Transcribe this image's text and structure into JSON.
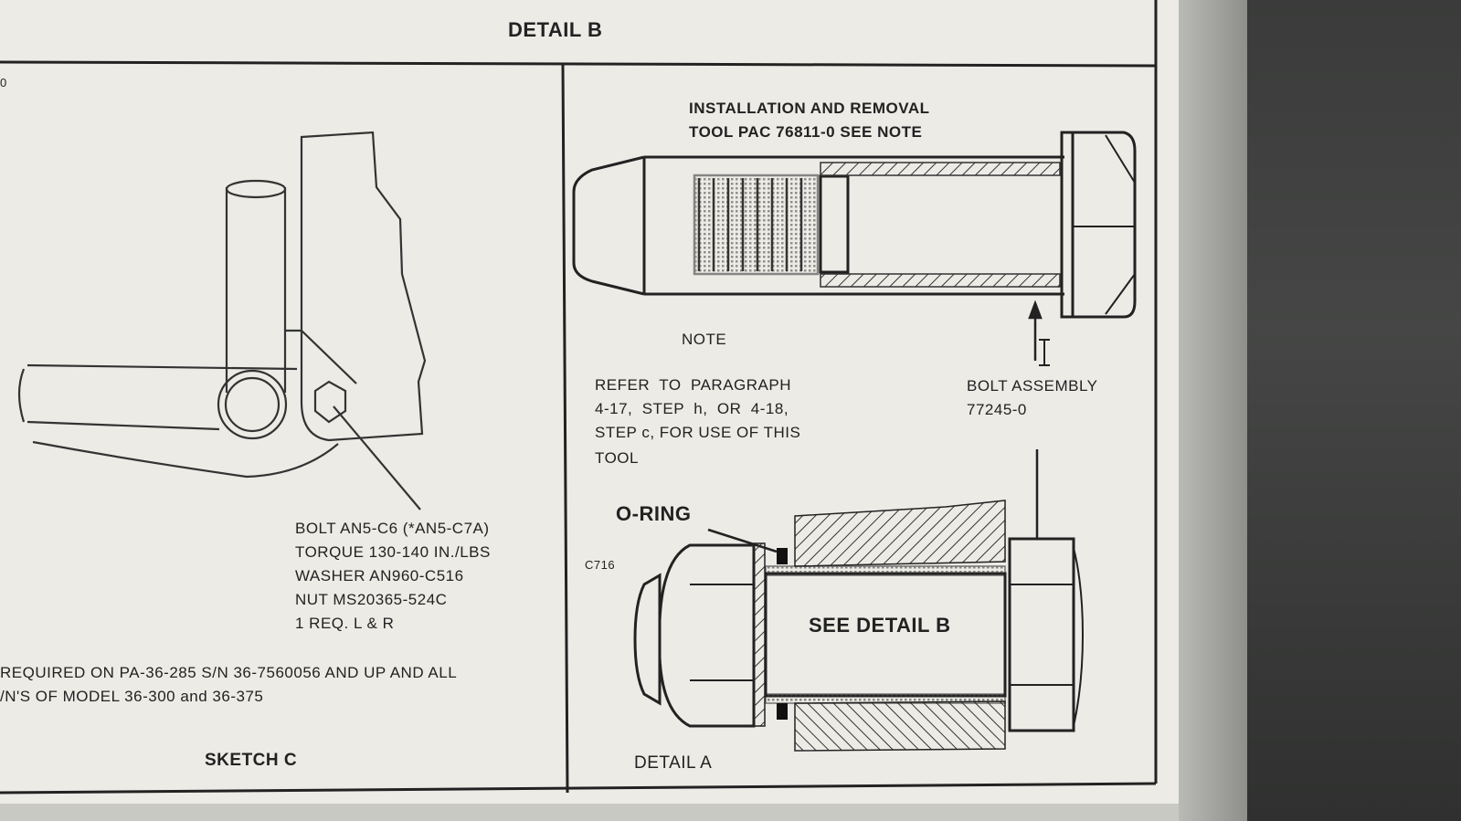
{
  "header": {
    "title": "DETAIL B"
  },
  "sketch_c": {
    "corner_mark": "0",
    "callout_lines": [
      "BOLT AN5-C6 (*AN5-C7A)",
      "TORQUE 130-140 IN./LBS",
      "WASHER AN960-C516",
      "NUT MS20365-524C",
      "1 REQ. L & R"
    ],
    "footnote_lines": [
      "REQUIRED ON PA-36-285 S/N 36-7560056 AND UP AND ALL",
      "/N'S OF MODEL 36-300 and 36-375"
    ],
    "caption": "SKETCH C"
  },
  "detail_a": {
    "tool_label_lines": [
      "INSTALLATION AND REMOVAL",
      "TOOL PAC 76811-0 SEE NOTE"
    ],
    "note_heading": "NOTE",
    "note_lines": [
      "REFER  TO  PARAGRAPH",
      "4-17,  STEP  h,  OR  4-18,",
      "STEP c, FOR USE OF THIS",
      "TOOL"
    ],
    "bolt_label_lines": [
      "BOLT ASSEMBLY",
      "77245-0"
    ],
    "oring_label": "O-RING",
    "figure_code": "C716",
    "see_detail": "SEE DETAIL B",
    "caption": "DETAIL A"
  }
}
